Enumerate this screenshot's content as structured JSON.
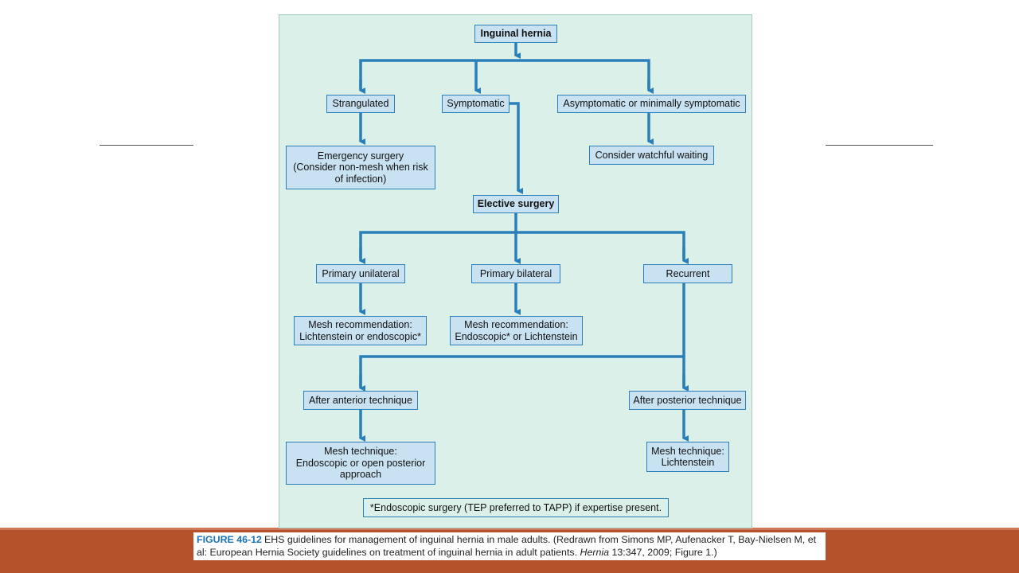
{
  "colors": {
    "accent": "#2a7fb8",
    "box_fill": "#c9e2f1",
    "panel": "#dcf0ea",
    "bottom_bar": "#b5512b"
  },
  "diagram": {
    "nodes": {
      "inguinal_hernia": "Inguinal hernia",
      "strangulated": "Strangulated",
      "symptomatic": "Symptomatic",
      "asymptomatic": "Asymptomatic or minimally symptomatic",
      "emergency_surgery": "Emergency surgery\n(Consider non-mesh when risk\nof infection)",
      "watchful_waiting": "Consider watchful waiting",
      "elective_surgery": "Elective surgery",
      "primary_unilateral": "Primary unilateral",
      "primary_bilateral": "Primary bilateral",
      "recurrent": "Recurrent",
      "mesh_unilateral": "Mesh recommendation:\nLichtenstein or endoscopic*",
      "mesh_bilateral": "Mesh recommendation:\nEndoscopic* or Lichtenstein",
      "after_anterior": "After anterior technique",
      "after_posterior": "After posterior technique",
      "mesh_anterior": "Mesh technique:\nEndoscopic or open posterior\napproach",
      "mesh_posterior": "Mesh technique:\nLichtenstein"
    },
    "footnote": "*Endoscopic surgery (TEP preferred to TAPP) if expertise present."
  },
  "caption": {
    "label": "FIGURE 46-12",
    "text_part1": "EHS guidelines for management of inguinal hernia in male adults. (Redrawn from Simons MP, Aufenacker T, Bay-Nielsen M, et al: European Hernia Society guidelines on treatment of inguinal hernia in adult patients.",
    "journal": "Hernia",
    "text_part2": "13:347, 2009; Figure 1.)"
  }
}
